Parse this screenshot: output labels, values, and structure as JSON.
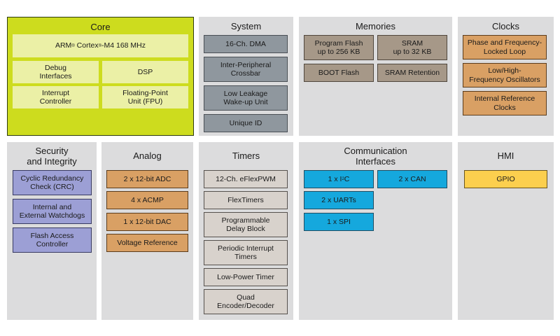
{
  "panels": {
    "core": {
      "title": "Core",
      "color": "#cddc1e",
      "blocks": [
        {
          "label": "ARM® Cortex®-M4 168 MHz"
        },
        {
          "label": "Debug\nInterfaces"
        },
        {
          "label": "DSP"
        },
        {
          "label": "Interrupt\nController"
        },
        {
          "label": "Floating-Point\nUnit (FPU)"
        }
      ]
    },
    "system": {
      "title": "System",
      "color": "#8f979e",
      "blocks": [
        {
          "label": "16-Ch. DMA"
        },
        {
          "label": "Inter-Peripheral\nCrossbar"
        },
        {
          "label": "Low Leakage\nWake-up Unit"
        },
        {
          "label": "Unique ID"
        }
      ]
    },
    "memories": {
      "title": "Memories",
      "color": "#a69888",
      "blocks": [
        {
          "label": "Program Flash\nup to 256 KB"
        },
        {
          "label": "SRAM\nup to 32 KB"
        },
        {
          "label": "BOOT Flash"
        },
        {
          "label": "SRAM Retention"
        }
      ]
    },
    "clocks": {
      "title": "Clocks",
      "color": "#d9a064",
      "blocks": [
        {
          "label": "Phase and Frequency-\nLocked Loop"
        },
        {
          "label": "Low/High-\nFrequency Oscillators"
        },
        {
          "label": "Internal Reference\nClocks"
        }
      ]
    },
    "security": {
      "title": "Security\nand Integrity",
      "color": "#9c9fd5",
      "blocks": [
        {
          "label": "Cyclic Redundancy\nCheck (CRC)"
        },
        {
          "label": "Internal and\nExternal Watchdogs"
        },
        {
          "label": "Flash Access\nController"
        }
      ]
    },
    "analog": {
      "title": "Analog",
      "color": "#d9a064",
      "blocks": [
        {
          "label": "2 x 12-bit ADC"
        },
        {
          "label": "4 x ACMP"
        },
        {
          "label": "1 x 12-bit DAC"
        },
        {
          "label": "Voltage Reference"
        }
      ]
    },
    "timers": {
      "title": "Timers",
      "color": "#d8d2cc",
      "blocks": [
        {
          "label": "12-Ch. eFlexPWM"
        },
        {
          "label": "FlexTimers"
        },
        {
          "label": "Programmable\nDelay Block"
        },
        {
          "label": "Periodic Interrupt\nTimers"
        },
        {
          "label": "Low-Power Timer"
        },
        {
          "label": "Quad\nEncoder/Decoder"
        }
      ]
    },
    "comm": {
      "title": "Communication\nInterfaces",
      "color": "#15a8dd",
      "blocks": [
        {
          "label": "1 x I²C"
        },
        {
          "label": "2 x CAN"
        },
        {
          "label": "2 x UARTs"
        },
        {
          "label": "1 x SPI"
        }
      ]
    },
    "hmi": {
      "title": "HMI",
      "color": "#fccf4e",
      "blocks": [
        {
          "label": "GPIO"
        }
      ]
    }
  }
}
